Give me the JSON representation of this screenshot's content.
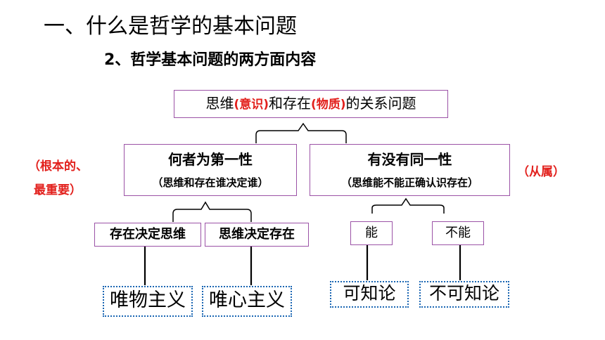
{
  "title": "一、什么是哲学的基本问题",
  "subtitle": "2、哲学基本问题的两方面内容",
  "top_box": {
    "part1": "思维",
    "part2": "(意识)",
    "part3": "和存在",
    "part4": "(物质)",
    "part5": "的关系问题"
  },
  "left_branch": {
    "heading": "何者为第一性",
    "sub": "（思维和存在谁决定谁）",
    "note_line1": "（根本的、",
    "note_line2": "最重要）",
    "children": [
      "存在决定思维",
      "思维决定存在"
    ],
    "results": [
      "唯物主义",
      "唯心主义"
    ]
  },
  "right_branch": {
    "heading": "有没有同一性",
    "sub": "（思维能不能正确认识存在）",
    "note": "（从属）",
    "children": [
      "能",
      "不能"
    ],
    "results": [
      "可知论",
      "不可知论"
    ]
  },
  "colors": {
    "box_border": "#9b52a6",
    "emphasis_red": "#e2201c",
    "dotted_border": "#1a66b3"
  }
}
